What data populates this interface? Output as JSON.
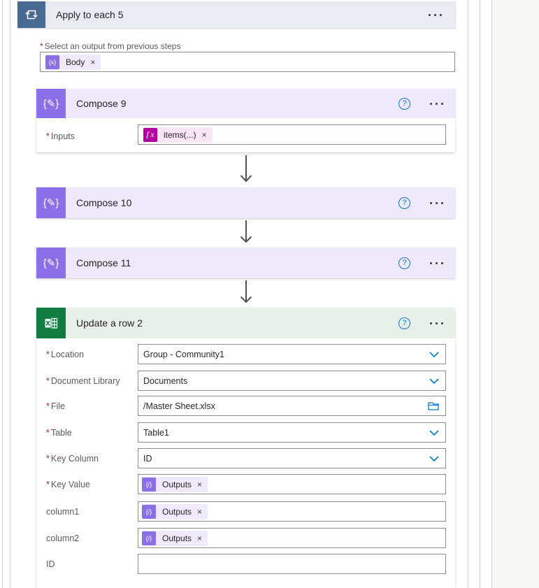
{
  "colors": {
    "accent_blue": "#0078D4",
    "scope_blue": "#486991",
    "compose_purple": "#8A6FE8",
    "excel_green": "#107C41",
    "fx_magenta": "#B4009E"
  },
  "ui": {
    "required_marker": "*",
    "token_remove": "×",
    "help_glyph": "?"
  },
  "scope": {
    "title": "Apply to each 5",
    "output_label": "Select an output from previous steps",
    "output_token": {
      "label": "Body",
      "icon": "dynamic-content-icon"
    }
  },
  "compose9": {
    "title": "Compose 9",
    "inputs_label": "Inputs",
    "token": {
      "label": "items(...)",
      "icon": "fx-expression-icon"
    }
  },
  "compose10": {
    "title": "Compose 10"
  },
  "compose11": {
    "title": "Compose 11"
  },
  "update_row": {
    "title": "Update a row 2",
    "fields": [
      {
        "label": "Location",
        "value": "Group - Community1",
        "type": "dropdown",
        "required": true
      },
      {
        "label": "Document Library",
        "value": "Documents",
        "type": "dropdown",
        "required": true
      },
      {
        "label": "File",
        "value": "/Master Sheet.xlsx",
        "type": "file",
        "required": true
      },
      {
        "label": "Table",
        "value": "Table1",
        "type": "dropdown",
        "required": true
      },
      {
        "label": "Key Column",
        "value": "ID",
        "type": "dropdown",
        "required": true
      },
      {
        "label": "Key Value",
        "token": "Outputs",
        "type": "token",
        "required": true
      },
      {
        "label": "column1",
        "token": "Outputs",
        "type": "token",
        "required": false
      },
      {
        "label": "column2",
        "token": "Outputs",
        "type": "token",
        "required": false
      },
      {
        "label": "ID",
        "value": "",
        "type": "text",
        "required": false
      }
    ]
  }
}
